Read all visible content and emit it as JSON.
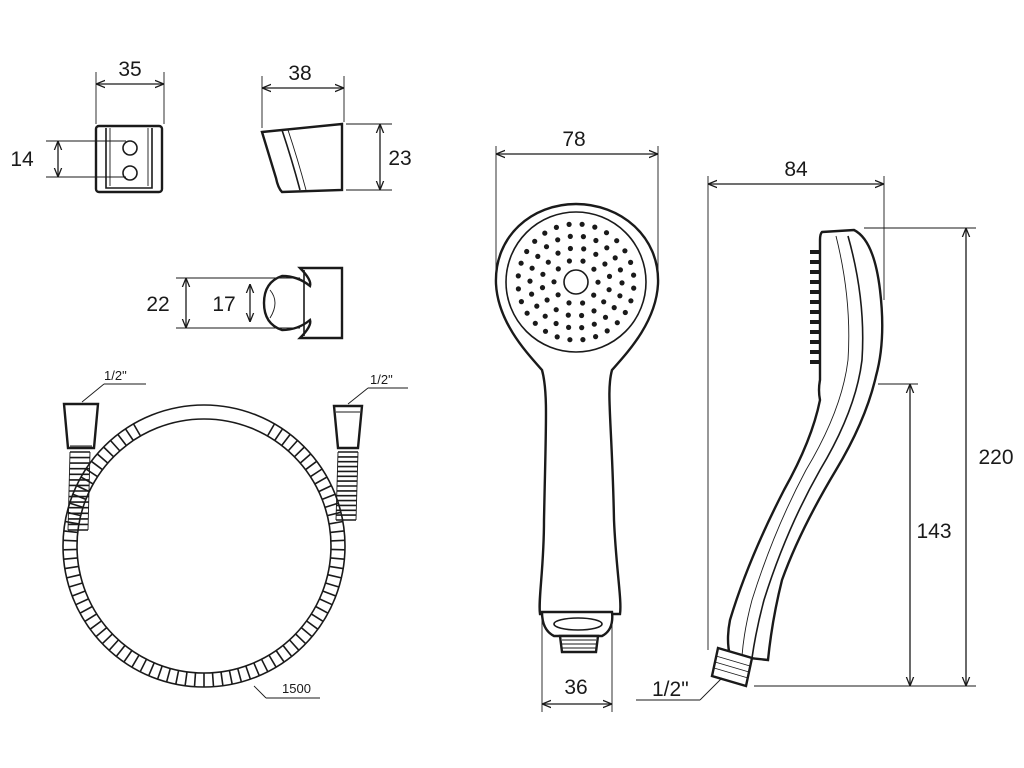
{
  "dimensions": {
    "bracket_width": "35",
    "bracket_hole_spacing": "14",
    "holder_width": "38",
    "holder_height": "23",
    "clip_outer": "22",
    "clip_inner": "17",
    "head_diameter": "78",
    "handle_bottom": "36",
    "side_depth": "84",
    "total_length": "220",
    "handle_length": "143",
    "hose_length": "1500"
  },
  "threads": {
    "hose_left": "1/2\"",
    "hose_right": "1/2\"",
    "handle_thread": "1/2\""
  },
  "colors": {
    "line": "#1a1a1a",
    "background": "#ffffff"
  }
}
